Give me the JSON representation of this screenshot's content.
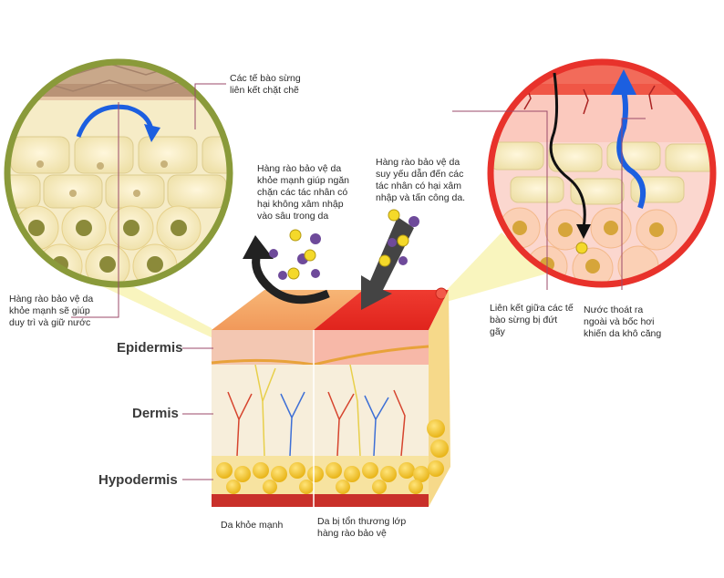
{
  "labels": {
    "tight_junction": "Các tế bào sừng\nliên kết chặt chẽ",
    "healthy_block": "Hàng rào bảo vệ da\nkhỏe mạnh giúp ngăn\nchặn các tác nhân có\nhại không xâm nhập\nvào sâu trong da",
    "weak_attack": "Hàng rào bảo vệ da\nsuy yếu dẫn đến các\ntác nhân có hại xâm\nnhập và tấn công da.",
    "healthy_retain": "Hàng rào bảo vệ da\nkhỏe mạnh sẽ giúp\nduy trì và giữ nước",
    "broken_junction": "Liên kết giữa các tế\nbào sừng bị đứt\ngãy",
    "water_loss": "Nước thoát ra\nngoài và bốc hơi\nkhiến da khô căng",
    "epidermis": "Epidermis",
    "dermis": "Dermis",
    "hypodermis": "Hypodermis",
    "healthy_skin": "Da khỏe mạnh",
    "damaged_skin": "Da bị tổn thương lớp\nhàng rào bảo vệ"
  },
  "colors": {
    "healthy_ring": "#8a9a3a",
    "damaged_ring": "#e8322b",
    "skin_top_healthy": "#f4a35a",
    "skin_top_damaged": "#e8322b",
    "fat": "#f3c52a",
    "cell": "#f3e7c0",
    "arrow_blue": "#1c5fe0",
    "arrow_dark": "#2a2a2a"
  },
  "icons": [
    "bacteria-icon",
    "particle-icon",
    "curved-arrow-icon",
    "water-arrow-icon"
  ]
}
